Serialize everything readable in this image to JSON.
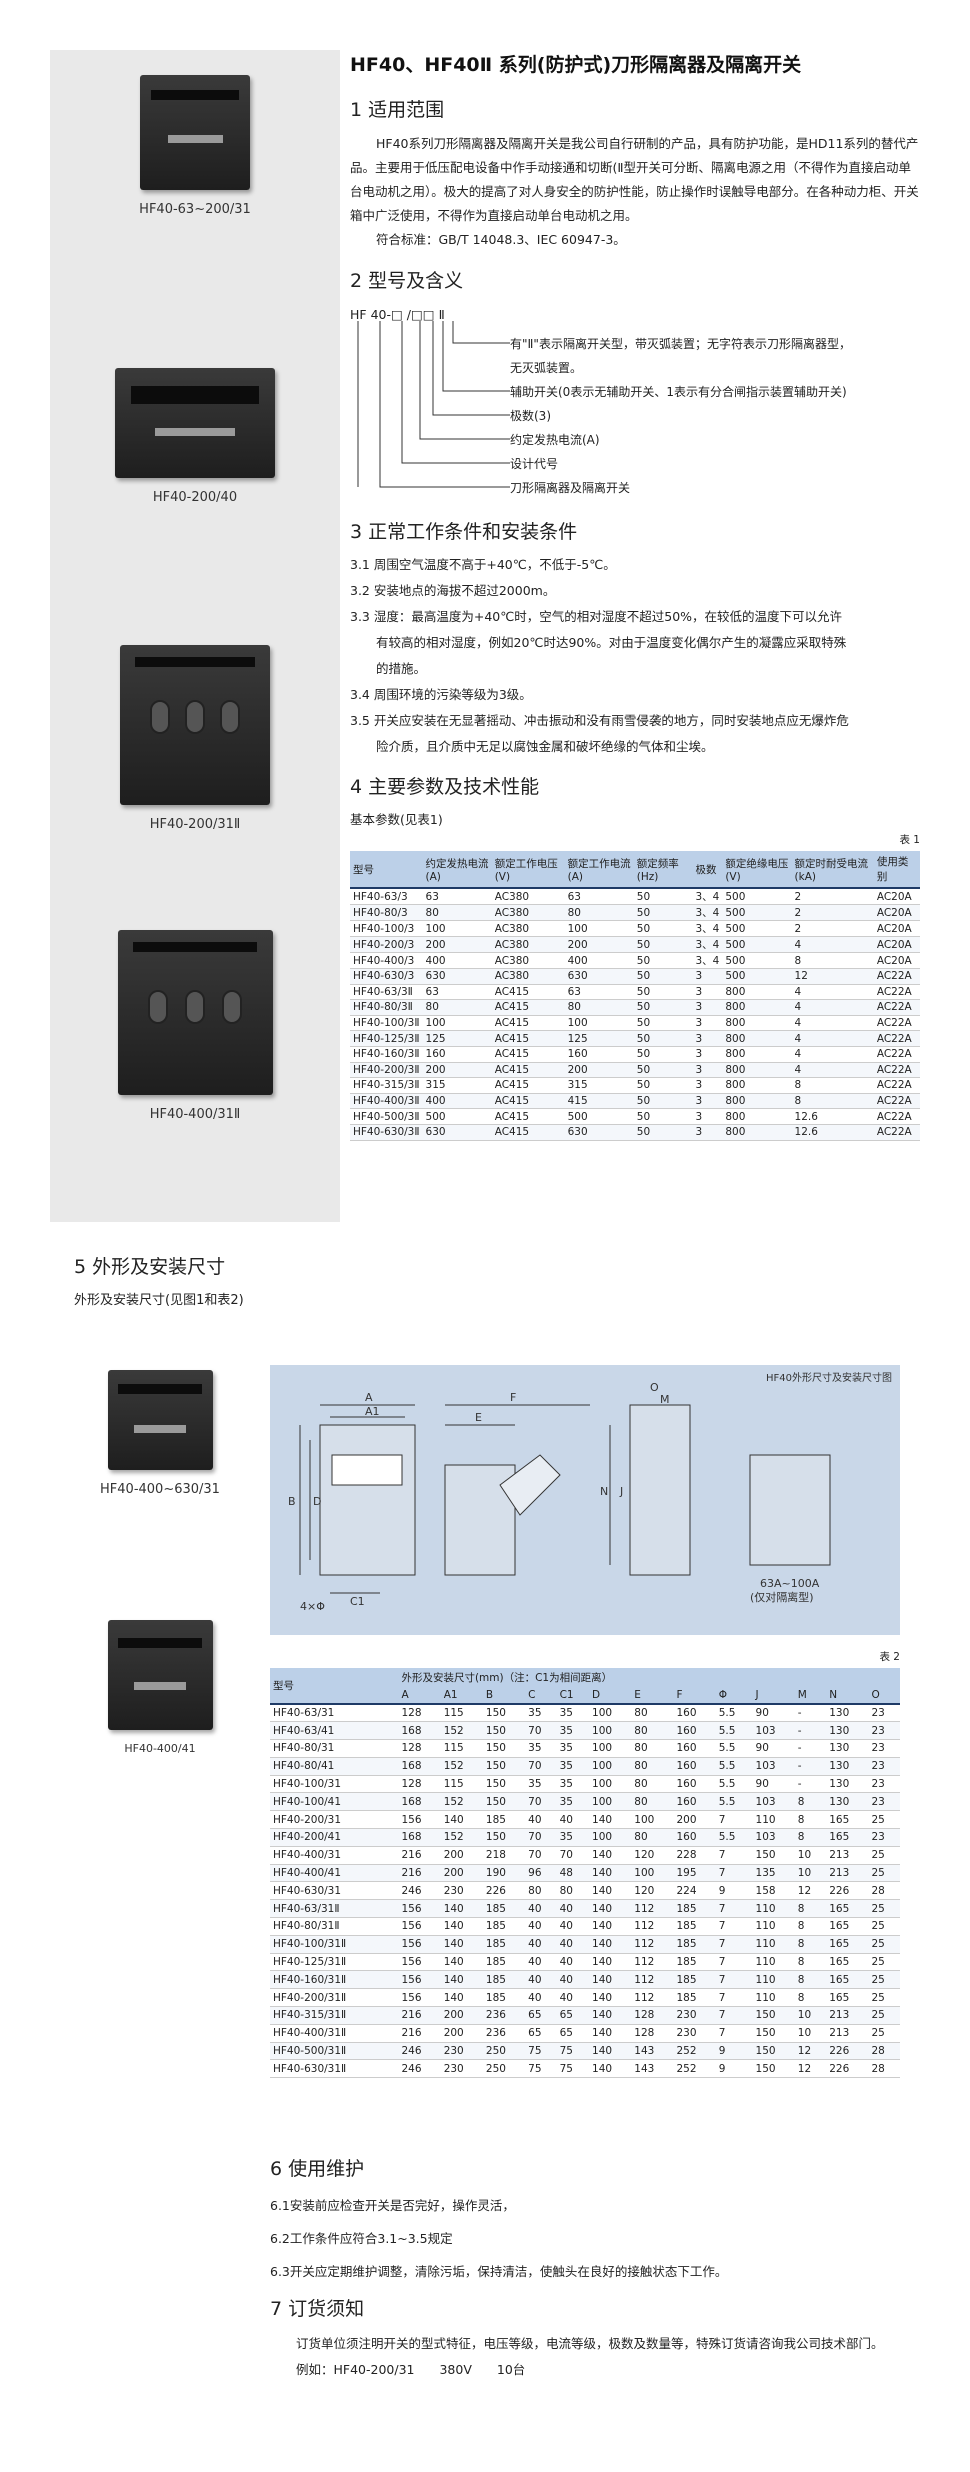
{
  "title": "HF40、HF40Ⅱ 系列(防护式)刀形隔离器及隔离开关",
  "products": [
    {
      "caption": "HF40-63~200/31"
    },
    {
      "caption": "HF40-200/40"
    },
    {
      "caption": "HF40-200/31Ⅱ"
    },
    {
      "caption": "HF40-400/31Ⅱ"
    },
    {
      "caption": "HF40-400~630/31"
    },
    {
      "caption": "HF40-400/41"
    }
  ],
  "s1": {
    "heading": "1 适用范围",
    "body": "HF40系列刀形隔离器及隔离开关是我公司自行研制的产品，具有防护功能，是HD11系列的替代产品。主要用于低压配电设备中作手动接通和切断(Ⅱ型开关可分断、隔离电源之用（不得作为直接启动单台电动机之用）。极大的提高了对人身安全的防护性能，防止操作时误触导电部分。在各种动力柜、开关箱中广泛使用，不得作为直接启动单台电动机之用。",
    "std": "符合标准：GB/T 14048.3、IEC 60947-3。"
  },
  "s2": {
    "heading": "2 型号及含义",
    "code": "HF 40-□ /□□ Ⅱ",
    "items": [
      "有\"Ⅱ\"表示隔离开关型，带灭弧装置；无字符表示刀形隔离器型，",
      "无灭弧装置。",
      "辅助开关(0表示无辅助开关、1表示有分合闸指示装置辅助开关)",
      "极数(3)",
      "约定发热电流(A)",
      "设计代号",
      "刀形隔离器及隔离开关"
    ]
  },
  "s3": {
    "heading": "3 正常工作条件和安装条件",
    "items": [
      "3.1 周围空气温度不高于+40℃，不低于-5℃。",
      "3.2 安装地点的海拔不超过2000m。",
      "3.3 湿度：最高温度为+40℃时，空气的相对湿度不超过50%，在较低的温度下可以允许",
      "有较高的相对湿度，例如20℃时达90%。对由于温度变化偶尔产生的凝露应采取特殊",
      "的措施。",
      "3.4 周围环境的污染等级为3级。",
      "3.5 开关应安装在无显著摇动、冲击振动和没有雨雪侵袭的地方，同时安装地点应无爆炸危",
      "险介质，且介质中无足以腐蚀金属和破坏绝缘的气体和尘埃。"
    ]
  },
  "s4": {
    "heading": "4 主要参数及技术性能",
    "sub": "基本参数(见表1)",
    "tabnote": "表 1",
    "headers": [
      "型号",
      "约定发热电流(A)",
      "额定工作电压(V)",
      "额定工作电流(A)",
      "额定频率(Hz)",
      "极数",
      "额定绝缘电压(V)",
      "额定时耐受电流(kA)",
      "使用类别"
    ],
    "rows": [
      [
        "HF40-63/3",
        "63",
        "AC380",
        "63",
        "50",
        "3、4",
        "500",
        "2",
        "AC20A"
      ],
      [
        "HF40-80/3",
        "80",
        "AC380",
        "80",
        "50",
        "3、4",
        "500",
        "2",
        "AC20A"
      ],
      [
        "HF40-100/3",
        "100",
        "AC380",
        "100",
        "50",
        "3、4",
        "500",
        "2",
        "AC20A"
      ],
      [
        "HF40-200/3",
        "200",
        "AC380",
        "200",
        "50",
        "3、4",
        "500",
        "4",
        "AC20A"
      ],
      [
        "HF40-400/3",
        "400",
        "AC380",
        "400",
        "50",
        "3、4",
        "500",
        "8",
        "AC20A"
      ],
      [
        "HF40-630/3",
        "630",
        "AC380",
        "630",
        "50",
        "3",
        "500",
        "12",
        "AC22A"
      ],
      [
        "HF40-63/3Ⅱ",
        "63",
        "AC415",
        "63",
        "50",
        "3",
        "800",
        "4",
        "AC22A"
      ],
      [
        "HF40-80/3Ⅱ",
        "80",
        "AC415",
        "80",
        "50",
        "3",
        "800",
        "4",
        "AC22A"
      ],
      [
        "HF40-100/3Ⅱ",
        "100",
        "AC415",
        "100",
        "50",
        "3",
        "800",
        "4",
        "AC22A"
      ],
      [
        "HF40-125/3Ⅱ",
        "125",
        "AC415",
        "125",
        "50",
        "3",
        "800",
        "4",
        "AC22A"
      ],
      [
        "HF40-160/3Ⅱ",
        "160",
        "AC415",
        "160",
        "50",
        "3",
        "800",
        "4",
        "AC22A"
      ],
      [
        "HF40-200/3Ⅱ",
        "200",
        "AC415",
        "200",
        "50",
        "3",
        "800",
        "4",
        "AC22A"
      ],
      [
        "HF40-315/3Ⅱ",
        "315",
        "AC415",
        "315",
        "50",
        "3",
        "800",
        "8",
        "AC22A"
      ],
      [
        "HF40-400/3Ⅱ",
        "400",
        "AC415",
        "415",
        "50",
        "3",
        "800",
        "8",
        "AC22A"
      ],
      [
        "HF40-500/3Ⅱ",
        "500",
        "AC415",
        "500",
        "50",
        "3",
        "800",
        "12.6",
        "AC22A"
      ],
      [
        "HF40-630/3Ⅱ",
        "630",
        "AC415",
        "630",
        "50",
        "3",
        "800",
        "12.6",
        "AC22A"
      ]
    ]
  },
  "s5": {
    "heading": "5 外形及安装尺寸",
    "sub": "外形及安装尺寸(见图1和表2)",
    "fig_title": "HF40外形尺寸及安装尺寸图",
    "fig_note1": "63A~100A",
    "fig_note2": "(仅对隔离型)",
    "tabnote": "表 2",
    "group_header": "外形及安装尺寸(mm)（注：C1为相间距离）",
    "headers": [
      "型号",
      "A",
      "A1",
      "B",
      "C",
      "C1",
      "D",
      "E",
      "F",
      "Φ",
      "J",
      "M",
      "N",
      "O"
    ],
    "rows": [
      [
        "HF40-63/31",
        "128",
        "115",
        "150",
        "35",
        "35",
        "100",
        "80",
        "160",
        "5.5",
        "90",
        "-",
        "130",
        "23"
      ],
      [
        "HF40-63/41",
        "168",
        "152",
        "150",
        "70",
        "35",
        "100",
        "80",
        "160",
        "5.5",
        "103",
        "-",
        "130",
        "23"
      ],
      [
        "HF40-80/31",
        "128",
        "115",
        "150",
        "35",
        "35",
        "100",
        "80",
        "160",
        "5.5",
        "90",
        "-",
        "130",
        "23"
      ],
      [
        "HF40-80/41",
        "168",
        "152",
        "150",
        "70",
        "35",
        "100",
        "80",
        "160",
        "5.5",
        "103",
        "-",
        "130",
        "23"
      ],
      [
        "HF40-100/31",
        "128",
        "115",
        "150",
        "35",
        "35",
        "100",
        "80",
        "160",
        "5.5",
        "90",
        "-",
        "130",
        "23"
      ],
      [
        "HF40-100/41",
        "168",
        "152",
        "150",
        "70",
        "35",
        "100",
        "80",
        "160",
        "5.5",
        "103",
        "8",
        "130",
        "23"
      ],
      [
        "HF40-200/31",
        "156",
        "140",
        "185",
        "40",
        "40",
        "140",
        "100",
        "200",
        "7",
        "110",
        "8",
        "165",
        "25"
      ],
      [
        "HF40-200/41",
        "168",
        "152",
        "150",
        "70",
        "35",
        "100",
        "80",
        "160",
        "5.5",
        "103",
        "8",
        "165",
        "23"
      ],
      [
        "HF40-400/31",
        "216",
        "200",
        "218",
        "70",
        "70",
        "140",
        "120",
        "228",
        "7",
        "150",
        "10",
        "213",
        "25"
      ],
      [
        "HF40-400/41",
        "216",
        "200",
        "190",
        "96",
        "48",
        "140",
        "100",
        "195",
        "7",
        "135",
        "10",
        "213",
        "25"
      ],
      [
        "HF40-630/31",
        "246",
        "230",
        "226",
        "80",
        "80",
        "140",
        "120",
        "224",
        "9",
        "158",
        "12",
        "226",
        "28"
      ],
      [
        "HF40-63/31Ⅱ",
        "156",
        "140",
        "185",
        "40",
        "40",
        "140",
        "112",
        "185",
        "7",
        "110",
        "8",
        "165",
        "25"
      ],
      [
        "HF40-80/31Ⅱ",
        "156",
        "140",
        "185",
        "40",
        "40",
        "140",
        "112",
        "185",
        "7",
        "110",
        "8",
        "165",
        "25"
      ],
      [
        "HF40-100/31Ⅱ",
        "156",
        "140",
        "185",
        "40",
        "40",
        "140",
        "112",
        "185",
        "7",
        "110",
        "8",
        "165",
        "25"
      ],
      [
        "HF40-125/31Ⅱ",
        "156",
        "140",
        "185",
        "40",
        "40",
        "140",
        "112",
        "185",
        "7",
        "110",
        "8",
        "165",
        "25"
      ],
      [
        "HF40-160/31Ⅱ",
        "156",
        "140",
        "185",
        "40",
        "40",
        "140",
        "112",
        "185",
        "7",
        "110",
        "8",
        "165",
        "25"
      ],
      [
        "HF40-200/31Ⅱ",
        "156",
        "140",
        "185",
        "40",
        "40",
        "140",
        "112",
        "185",
        "7",
        "110",
        "8",
        "165",
        "25"
      ],
      [
        "HF40-315/31Ⅱ",
        "216",
        "200",
        "236",
        "65",
        "65",
        "140",
        "128",
        "230",
        "7",
        "150",
        "10",
        "213",
        "25"
      ],
      [
        "HF40-400/31Ⅱ",
        "216",
        "200",
        "236",
        "65",
        "65",
        "140",
        "128",
        "230",
        "7",
        "150",
        "10",
        "213",
        "25"
      ],
      [
        "HF40-500/31Ⅱ",
        "246",
        "230",
        "250",
        "75",
        "75",
        "140",
        "143",
        "252",
        "9",
        "150",
        "12",
        "226",
        "28"
      ],
      [
        "HF40-630/31Ⅱ",
        "246",
        "230",
        "250",
        "75",
        "75",
        "140",
        "143",
        "252",
        "9",
        "150",
        "12",
        "226",
        "28"
      ]
    ]
  },
  "s6": {
    "heading": "6 使用维护",
    "items": [
      "6.1安装前应检查开关是否完好，操作灵活，",
      "6.2工作条件应符合3.1~3.5规定",
      "6.3开关应定期维护调整，清除污垢，保持清洁，使触头在良好的接触状态下工作。"
    ]
  },
  "s7": {
    "heading": "7 订货须知",
    "body": "订货单位须注明开关的型式特征，电压等级，电流等级，极数及数量等，特殊订货请咨询我公司技术部门。",
    "example": "例如：HF40-200/31　　380V　　10台"
  }
}
